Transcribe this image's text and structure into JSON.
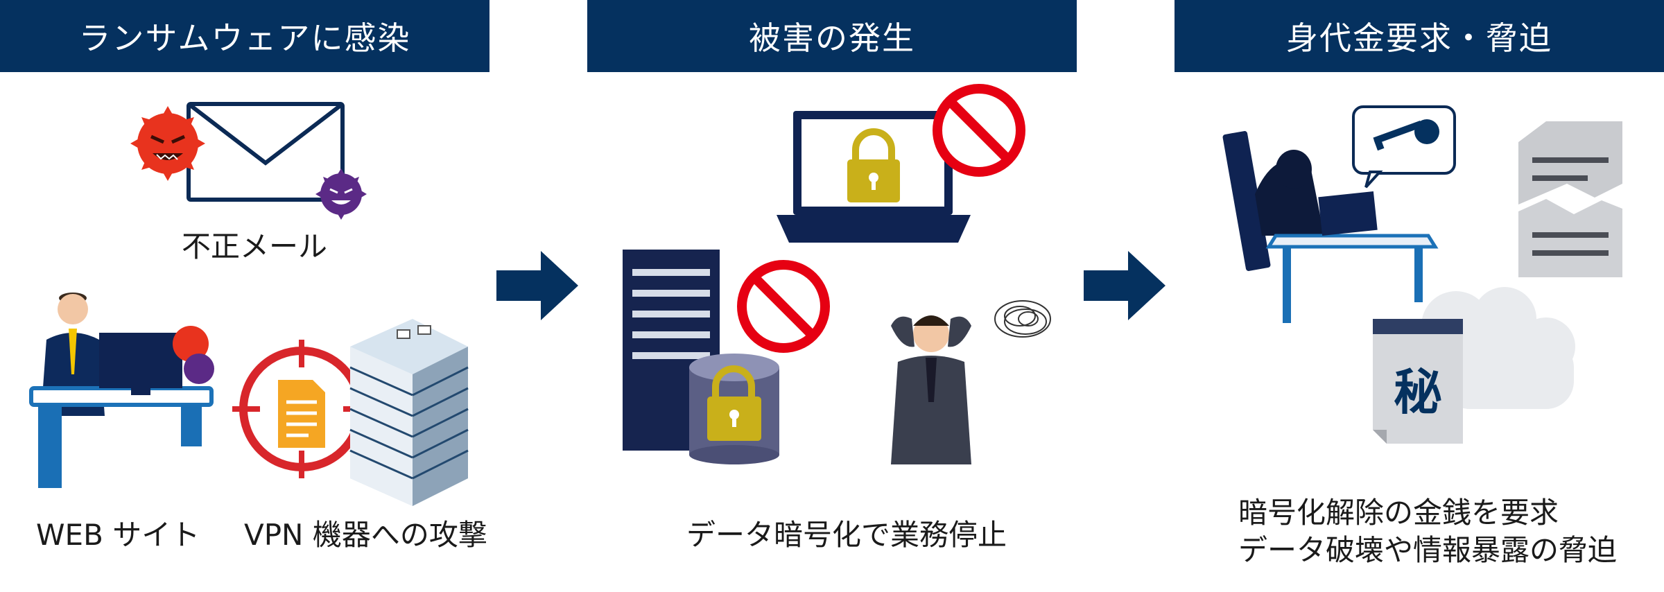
{
  "steps": [
    {
      "title": "ランサムウェアに感染"
    },
    {
      "title": "被害の発生"
    },
    {
      "title": "身代金要求・脅迫"
    }
  ],
  "labels": {
    "fraud_mail": "不正メール",
    "web_site": "WEB サイト",
    "vpn_attack": "VPN 機器への攻撃",
    "encryption_stop": "データ暗号化で業務停止",
    "ransom_line1": "暗号化解除の金銭を要求",
    "ransom_line2": "データ破壊や情報暴露の脅迫"
  },
  "secret_char": "秘",
  "colors": {
    "navy": "#05315f",
    "virus_red": "#e8331e",
    "virus_purple": "#5b2a86",
    "prohibit_red": "#e60012",
    "lock_gold": "#c9b01a",
    "target_red": "#d8262b"
  }
}
